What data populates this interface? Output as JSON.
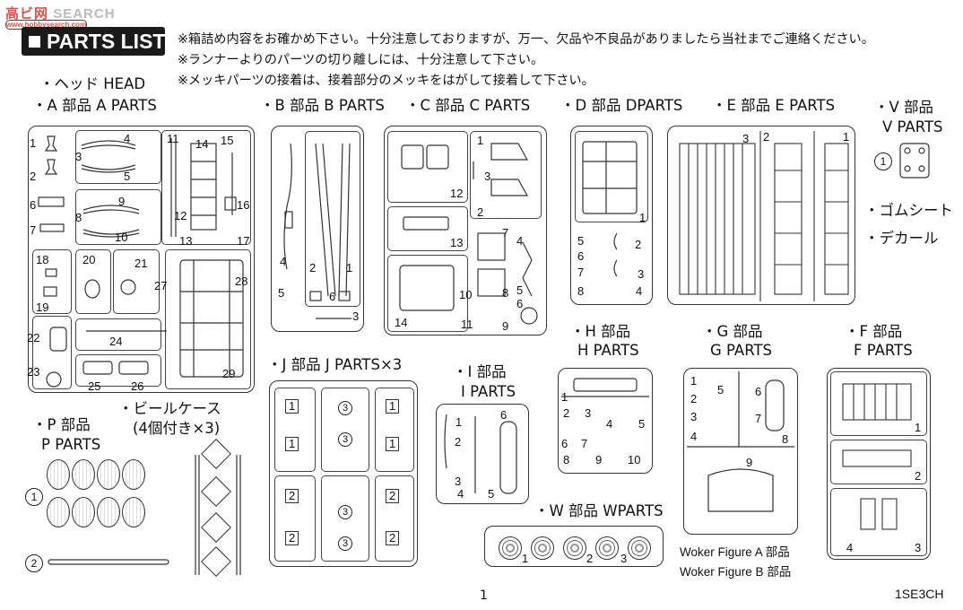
{
  "watermark": {
    "brand": "SEARCH",
    "site": "www.hobbysearch.com"
  },
  "title": "PARTS LIST",
  "notes": [
    "※箱詰め内容をお確かめ下さい。十分注意しておりますが、万一、欠品や不良品がありましたら当社までご連絡ください。",
    "※ランナーよりのパーツの切り離しには、十分注意して下さい。",
    "※メッキパーツの接着は、接着部分のメッキをはがして接着して下さい。"
  ],
  "labels": {
    "head": "・ヘッド HEAD",
    "a": "・A 部品 A PARTS",
    "b": "・B 部品 B PARTS",
    "c": "・C 部品 C PARTS",
    "d": "・D 部品 DPARTS",
    "e": "・E 部品 E PARTS",
    "v1": "・V 部品",
    "v2": "V PARTS",
    "rubber": "・ゴムシート",
    "decal": "・デカール",
    "h1": "・H 部品",
    "h2": "H PARTS",
    "g1": "・G 部品",
    "g2": "G PARTS",
    "f1": "・F 部品",
    "f2": "F PARTS",
    "j": "・J 部品 J PARTS×3",
    "i1": "・I 部品",
    "i2": "I PARTS",
    "w": "・W 部品 WPARTS",
    "p1": "・P 部品",
    "p2": "P PARTS",
    "beer1": "・ビールケース",
    "beer2": "(4個付き×3)",
    "figA": "Woker Figure A 部品",
    "figB": "Woker Figure B 部品"
  },
  "numbers": {
    "a": [
      "1",
      "2",
      "3",
      "4",
      "5",
      "6",
      "7",
      "8",
      "9",
      "10",
      "11",
      "12",
      "13",
      "14",
      "15",
      "16",
      "17",
      "18",
      "19",
      "20",
      "21",
      "22",
      "23",
      "24",
      "25",
      "26",
      "27",
      "28",
      "29"
    ],
    "b": [
      "1",
      "2",
      "3",
      "4",
      "5",
      "6"
    ],
    "c": [
      "1",
      "2",
      "3",
      "4",
      "5",
      "6",
      "7",
      "8",
      "9",
      "10",
      "11",
      "12",
      "13",
      "14"
    ],
    "d": [
      "1",
      "2",
      "3",
      "4",
      "5",
      "6",
      "7",
      "8"
    ],
    "e": [
      "1",
      "2",
      "3"
    ],
    "h": [
      "1",
      "2",
      "3",
      "4",
      "5",
      "6",
      "7",
      "8",
      "9",
      "10"
    ],
    "g": [
      "1",
      "2",
      "3",
      "4",
      "5",
      "6",
      "7",
      "8",
      "9"
    ],
    "f": [
      "1",
      "2",
      "3",
      "4"
    ],
    "i": [
      "1",
      "2",
      "3",
      "4",
      "5",
      "6"
    ],
    "j": [
      "1",
      "2",
      "3"
    ],
    "w": [
      "1",
      "2",
      "3"
    ],
    "v": "1",
    "p": [
      "1",
      "2"
    ]
  },
  "page_number": "1",
  "code": "1SE3CH"
}
